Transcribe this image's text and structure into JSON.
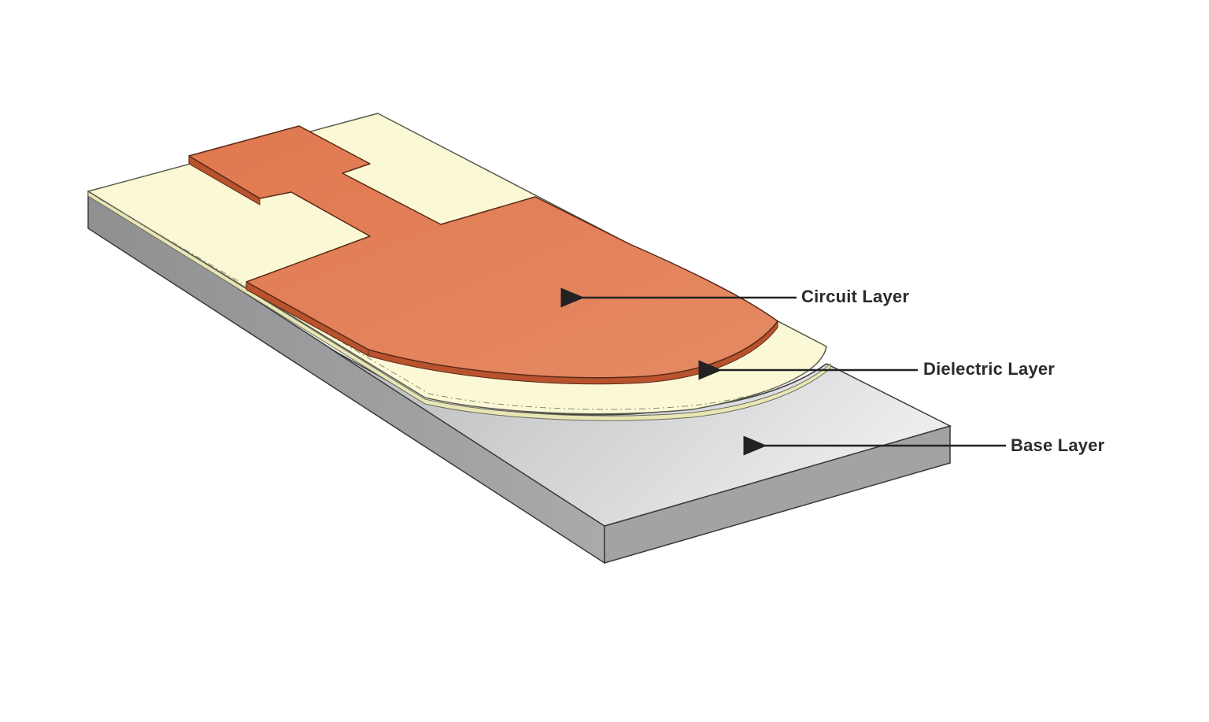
{
  "labels": {
    "circuit": "Circuit Layer",
    "dielectric": "Dielectric Layer",
    "base": "Base Layer"
  },
  "colors": {
    "background": "#ffffff",
    "circuit_top": "#e2805a",
    "circuit_edge": "#b8532e",
    "dielectric_top": "#fbf8d6",
    "dielectric_edge": "#eeebbf",
    "base_top": "#d9dadc",
    "base_front": "#a7a8aa",
    "base_side": "#c2c3c5",
    "outline": "#3a3a3a",
    "arrow": "#222222"
  }
}
